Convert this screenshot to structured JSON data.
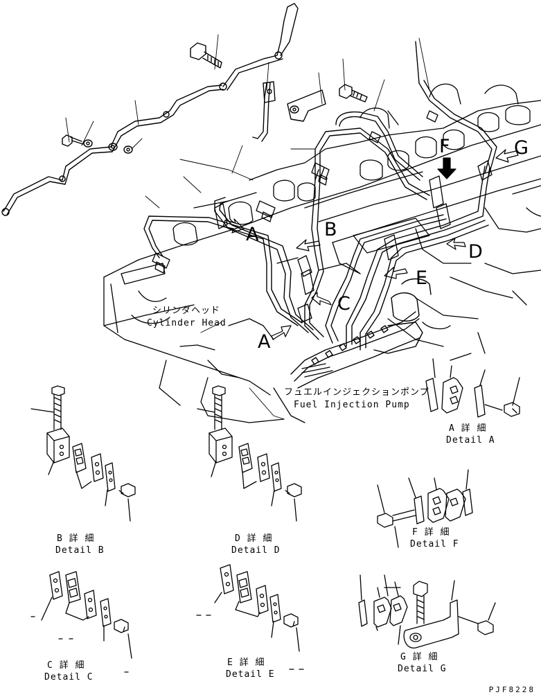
{
  "parts": {
    "cylinder_head": {
      "jp": "シリンダヘッド",
      "en": "Cylinder Head"
    },
    "fuel_injection_pump": {
      "jp": "フュエルインジェクションポンプ",
      "en": "Fuel Injection Pump"
    }
  },
  "section_letters": {
    "a1": "A",
    "a2": "A",
    "b": "B",
    "c": "C",
    "d": "D",
    "e": "E",
    "f": "F",
    "g": "G"
  },
  "details": {
    "a": {
      "jp": "A 詳 細",
      "en": "Detail A"
    },
    "b": {
      "jp": "B 詳 細",
      "en": "Detail B"
    },
    "c": {
      "jp": "C 詳 細",
      "en": "Detail C"
    },
    "d": {
      "jp": "D 詳 細",
      "en": "Detail D"
    },
    "e": {
      "jp": "E 詳 細",
      "en": "Detail E"
    },
    "f": {
      "jp": "F 詳 細",
      "en": "Detail F"
    },
    "g": {
      "jp": "G 詳 細",
      "en": "Detail G"
    }
  },
  "drawing_code": "PJF8228"
}
